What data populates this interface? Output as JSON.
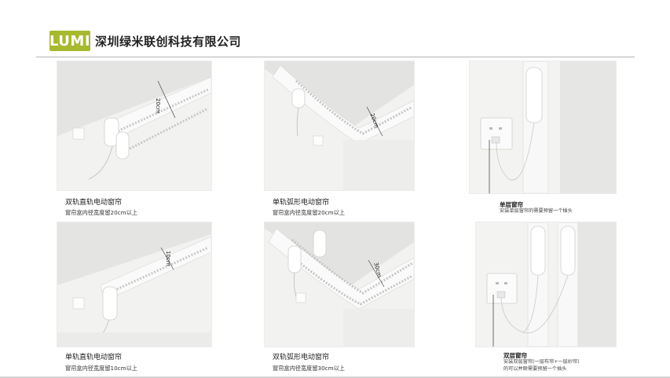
{
  "header": {
    "logo_text": "LUMI",
    "company_name": "深圳绿米联创科技有限公司",
    "brand_color": "#a7b92f"
  },
  "panels": [
    {
      "title": "双轨直轨电动窗帘",
      "subtitle": "窗帘盒内径宽度留20cm以上",
      "dimension": "20cm"
    },
    {
      "title": "单轨弧形电动窗帘",
      "subtitle": "窗帘盒内径宽度留20cm以上",
      "dimension": "20cm"
    },
    {
      "title": "单轨直轨电动窗帘",
      "subtitle": "窗帘盒内径宽度留10cm以上",
      "dimension": "10cm"
    },
    {
      "title": "双轨弧形电动窗帘",
      "subtitle": "窗帘盒内径宽度留30cm以上",
      "dimension": "30cm"
    }
  ],
  "socket_panels": [
    {
      "title": "单层窗帘",
      "lines": [
        "安装单层窗帘的需要预留一个插头"
      ]
    },
    {
      "title": "双层窗帘",
      "lines": [
        "安装双层窗帘(一层布帘+一层纱帘)",
        "的可以并联需要预留一个插头"
      ]
    }
  ]
}
